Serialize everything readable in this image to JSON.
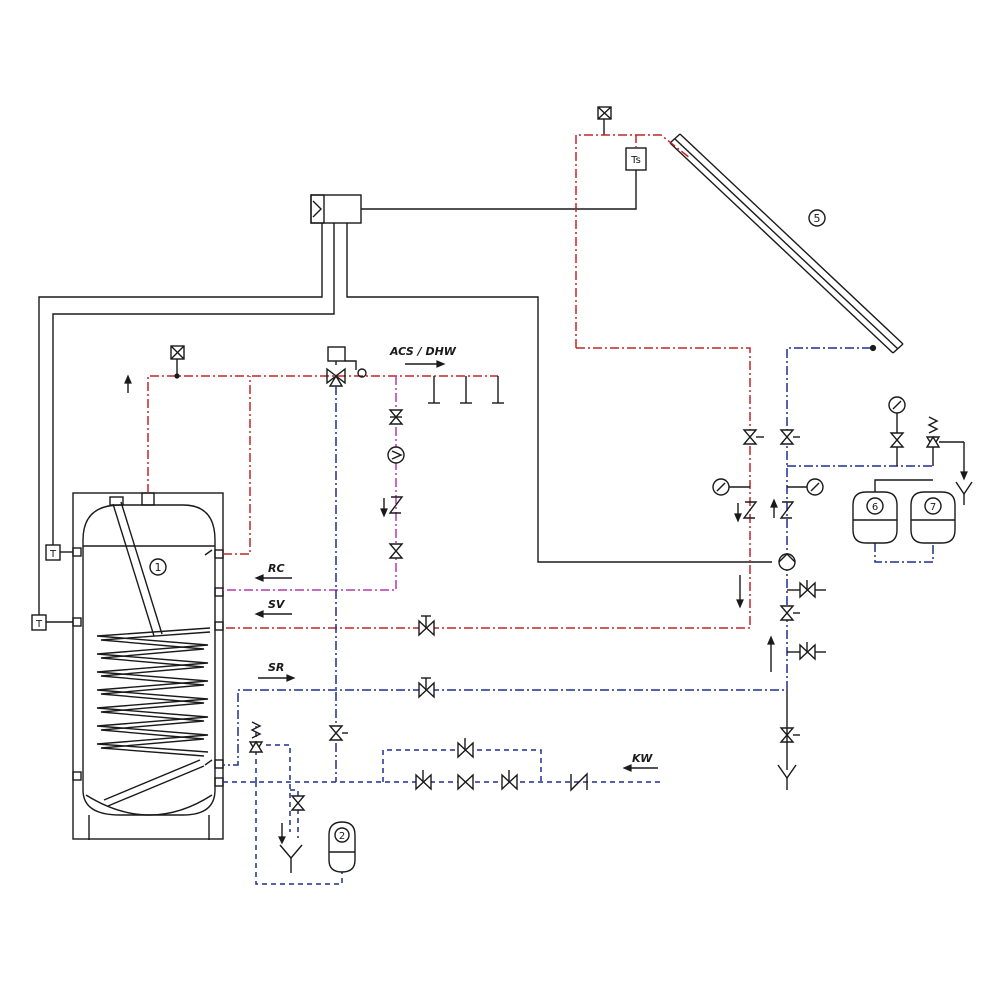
{
  "diagram": {
    "labels": {
      "acs_dhw": "ACS / DHW",
      "rc": "RC",
      "sv": "SV",
      "sr": "SR",
      "kw": "KW"
    },
    "sensors": {
      "t_upper": "T",
      "t_lower": "T",
      "ts": "Ts"
    },
    "markers": {
      "tank": "1",
      "expansion_vessel_dhw": "2",
      "collector": "5",
      "expansion_vessel_solar_a": "6",
      "expansion_vessel_solar_b": "7"
    },
    "colors": {
      "hot": "#c0262c",
      "cold": "#1f2f8f",
      "recirculation": "#b43aa8",
      "control": "#1a1a1a"
    }
  }
}
